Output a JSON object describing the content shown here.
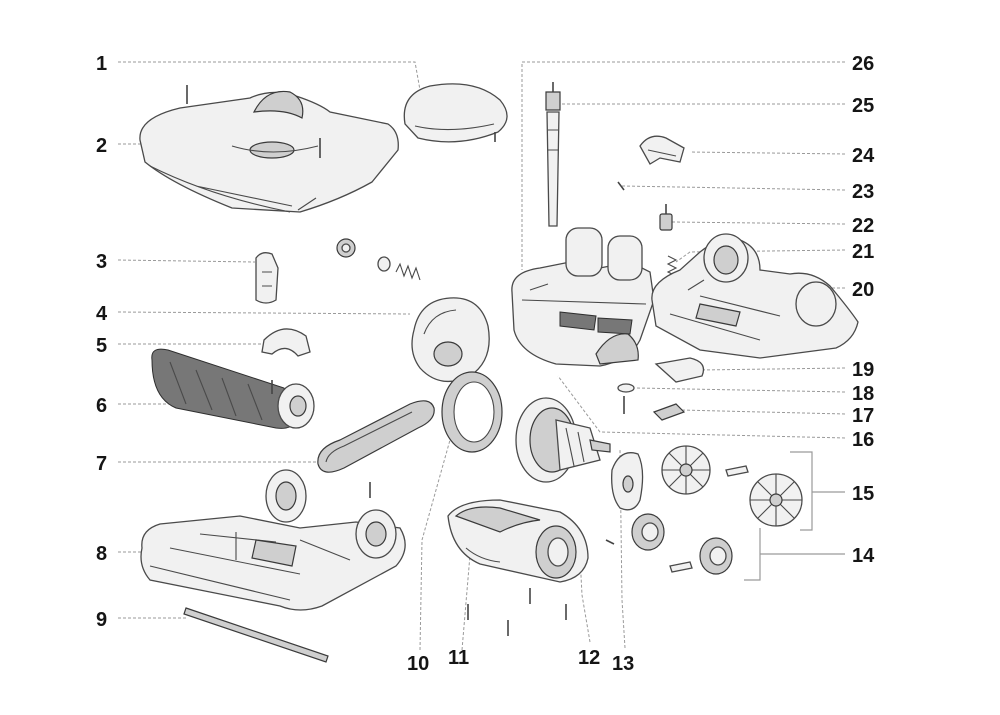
{
  "labels": [
    "1",
    "2",
    "3",
    "4",
    "5",
    "6",
    "7",
    "8",
    "9",
    "10",
    "11",
    "12",
    "13",
    "14",
    "15",
    "16",
    "17",
    "18",
    "19",
    "20",
    "21",
    "22",
    "23",
    "24",
    "25",
    "26"
  ]
}
